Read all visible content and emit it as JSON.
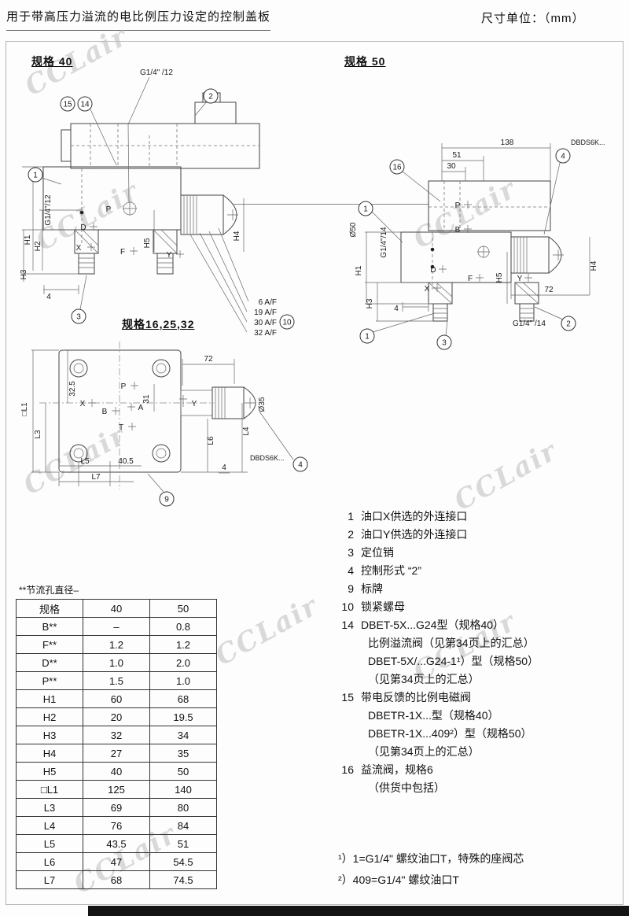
{
  "header": {
    "title": "用于带高压力溢流的电比例压力设定的控制盖板",
    "unit": "尺寸单位：（mm）"
  },
  "watermark": "CCLair",
  "spec40": {
    "title": "规格 40",
    "g_top": "G1/4\" /12",
    "g_left": "G1/4\"/12",
    "b15": "15",
    "b14": "14",
    "b2": "2",
    "b1": "1",
    "b3": "3",
    "b10": "10",
    "dim4": "4",
    "H1": "H1",
    "H2": "H2",
    "H3": "H3",
    "H4": "H4",
    "H5": "H5",
    "P": "P",
    "D": "D",
    "X": "X",
    "F": "F",
    "Y": "Y",
    "af": [
      "6 A/F",
      "19 A/F",
      "30 A/F",
      "32 A/F"
    ]
  },
  "spec50": {
    "title": "规格 50",
    "d138": "138",
    "d51": "51",
    "d30": "30",
    "d72": "72",
    "dim4": "4",
    "b16": "16",
    "b4": "4",
    "b1": "1",
    "b1b": "1",
    "b2": "2",
    "b3": "3",
    "dbds": "DBDS6K...",
    "dia50": "Ø50",
    "g_left": "G1/4\"/14",
    "g_bottom": "G1/4\" /14",
    "H1": "H1",
    "H3": "H3",
    "H4": "H4",
    "H5": "H5",
    "P": "P",
    "B": "B",
    "D": "D",
    "X": "X",
    "F": "F",
    "Y": "Y"
  },
  "spec16": {
    "title": "规格16,25,32",
    "d72": "72",
    "d325": "32.5",
    "d31": "31",
    "dL1": "□L1",
    "dL3": "L3",
    "dL4": "L4",
    "dL5": "L5",
    "dL6": "L6",
    "dL7": "L7",
    "d405": "40.5",
    "dim4": "4",
    "dia35": "Ø35",
    "b9": "9",
    "b4": "4",
    "dbds": "DBDS6K...",
    "X": "X",
    "P": "P",
    "B": "B",
    "A": "A",
    "T": "T",
    "Y": "Y"
  },
  "legend": {
    "items": [
      {
        "num": "1",
        "lines": [
          "油口X供选的外连接口"
        ]
      },
      {
        "num": "2",
        "lines": [
          "油口Y供选的外连接口"
        ]
      },
      {
        "num": "3",
        "lines": [
          "定位销"
        ]
      },
      {
        "num": "4",
        "lines": [
          "控制形式 “2”"
        ]
      },
      {
        "num": "9",
        "lines": [
          "标牌"
        ]
      },
      {
        "num": "10",
        "lines": [
          "锁紧螺母"
        ]
      },
      {
        "num": "14",
        "lines": [
          "DBET-5X...G24型（规格40）",
          "比例溢流阀（见第34页上的汇总）",
          "DBET-5X/...G24-1¹）型（规格50）",
          "（见第34页上的汇总）"
        ]
      },
      {
        "num": "15",
        "lines": [
          "带电反馈的比例电磁阀",
          "DBETR-1X...型（规格40）",
          "DBETR-1X...409²）型（规格50）",
          "（见第34页上的汇总）"
        ]
      },
      {
        "num": "16",
        "lines": [
          "益流阀，规格6",
          "（供货中包括）"
        ]
      }
    ]
  },
  "footnotes": [
    "¹）1=G1/4\" 螺纹油口T，特殊的座阀芯",
    "²）409=G1/4\" 螺纹油口T"
  ],
  "table": {
    "note": "**节流孔直径–",
    "headers": [
      "规格",
      "40",
      "50"
    ],
    "rows": [
      [
        "B**",
        "–",
        "0.8"
      ],
      [
        "F**",
        "1.2",
        "1.2"
      ],
      [
        "D**",
        "1.0",
        "2.0"
      ],
      [
        "P**",
        "1.5",
        "1.0"
      ],
      [
        "H1",
        "60",
        "68"
      ],
      [
        "H2",
        "20",
        "19.5"
      ],
      [
        "H3",
        "32",
        "34"
      ],
      [
        "H4",
        "27",
        "35"
      ],
      [
        "H5",
        "40",
        "50"
      ],
      [
        "□L1",
        "125",
        "140"
      ],
      [
        "L3",
        "69",
        "80"
      ],
      [
        "L4",
        "76",
        "84"
      ],
      [
        "L5",
        "43.5",
        "51"
      ],
      [
        "L6",
        "47",
        "54.5"
      ],
      [
        "L7",
        "68",
        "74.5"
      ]
    ]
  }
}
